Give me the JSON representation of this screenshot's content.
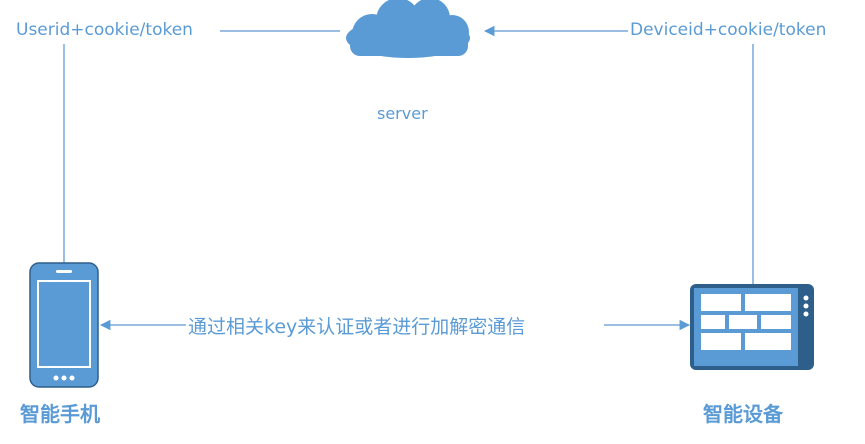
{
  "labels": {
    "user_credentials": "Userid+cookie/token",
    "device_credentials": "Deviceid+cookie/token",
    "server": "server",
    "communication": "通过相关key来认证或者进行加解密通信",
    "phone": "智能手机",
    "device": "智能设备"
  },
  "colors": {
    "accent": "#5b9bd5",
    "line": "#7aa9d8",
    "cloud": "#5b9bd5",
    "device_dark": "#2e5f8a"
  },
  "icons": [
    "cloud-icon",
    "smartphone-icon",
    "smart-device-icon"
  ]
}
